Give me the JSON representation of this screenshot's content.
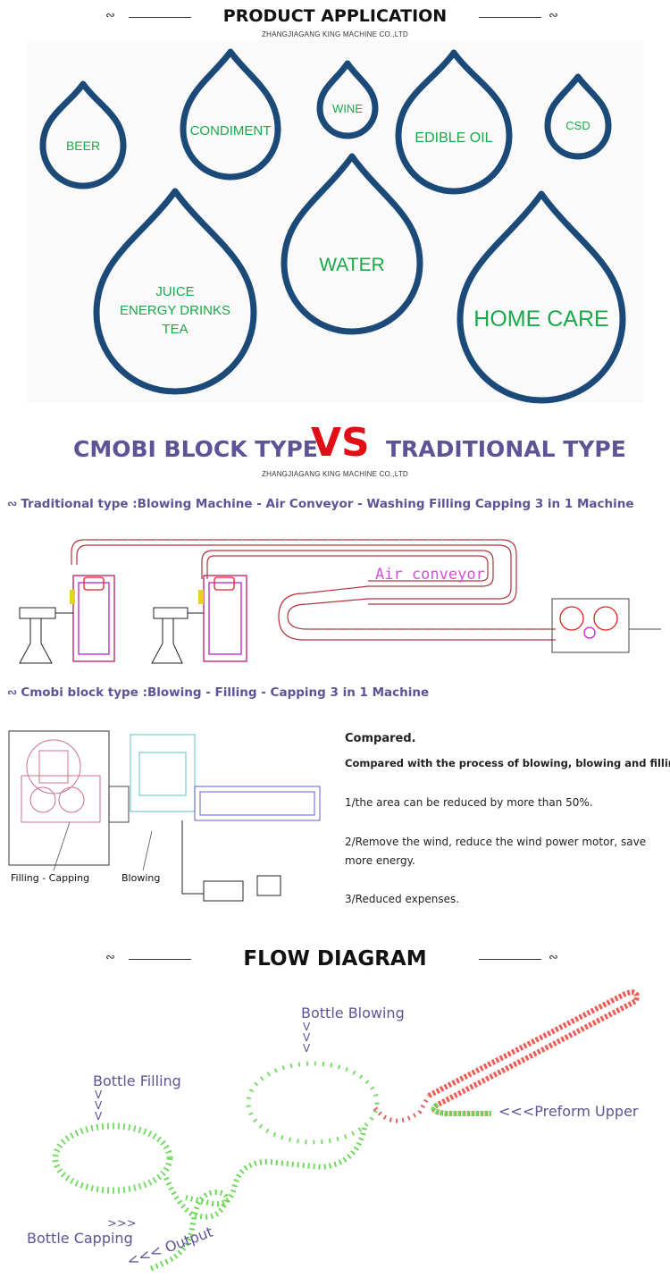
{
  "product_application": {
    "title": "PRODUCT APPLICATION",
    "subtitle": "ZHANGJIAGANG KING MACHINE CO.,LTD",
    "drops": [
      {
        "key": "beer",
        "label": "BEER"
      },
      {
        "key": "condiment",
        "label": "CONDIMENT"
      },
      {
        "key": "wine",
        "label": "WINE"
      },
      {
        "key": "edible_oil",
        "label": "EDIBLE OIL"
      },
      {
        "key": "csd",
        "label": "CSD"
      },
      {
        "key": "juice",
        "lines": [
          "JUICE",
          "ENERGY DRINKS",
          "TEA"
        ]
      },
      {
        "key": "water",
        "label": "WATER"
      },
      {
        "key": "home_care",
        "label": "HOME CARE"
      }
    ]
  },
  "comparison": {
    "left": "CMOBI BLOCK TYPE",
    "vs": "VS",
    "right": "TRADITIONAL TYPE",
    "subtitle": "ZHANGJIAGANG KING MACHINE CO.,LTD",
    "traditional_heading": "Traditional type :Blowing Machine - Air Conveyor - Washing Filling Capping 3 in 1 Machine",
    "air_conveyor_label": "Air conveyor",
    "cmobi_heading": "Cmobi block type :Blowing - Filling - Capping 3 in 1 Machine",
    "filling_capping_label": "Filling - Capping",
    "blowing_label": "Blowing",
    "compared_title": "Compared.",
    "compared_intro": "Compared with the process of blowing, blowing and filling",
    "point1": "1/the area can be reduced by more than 50%.",
    "point2": "2/Remove the wind, reduce the wind power motor, save more energy.",
    "point3": "3/Reduced expenses."
  },
  "flow": {
    "title": "FLOW DIAGRAM",
    "bottle_blowing": "Bottle Blowing",
    "bottle_filling": "Bottle Filling",
    "preform_upper": "<<<Preform Upper",
    "bottle_capping": "Bottle Capping",
    "capping_arrows": ">>>",
    "output": "<<< Output",
    "down_arrow": "V"
  },
  "colors": {
    "drop_outline": "#1b4a79",
    "drop_text": "#1aa84a",
    "heading_purple": "#5c5496",
    "vs_red": "#e00f16"
  }
}
